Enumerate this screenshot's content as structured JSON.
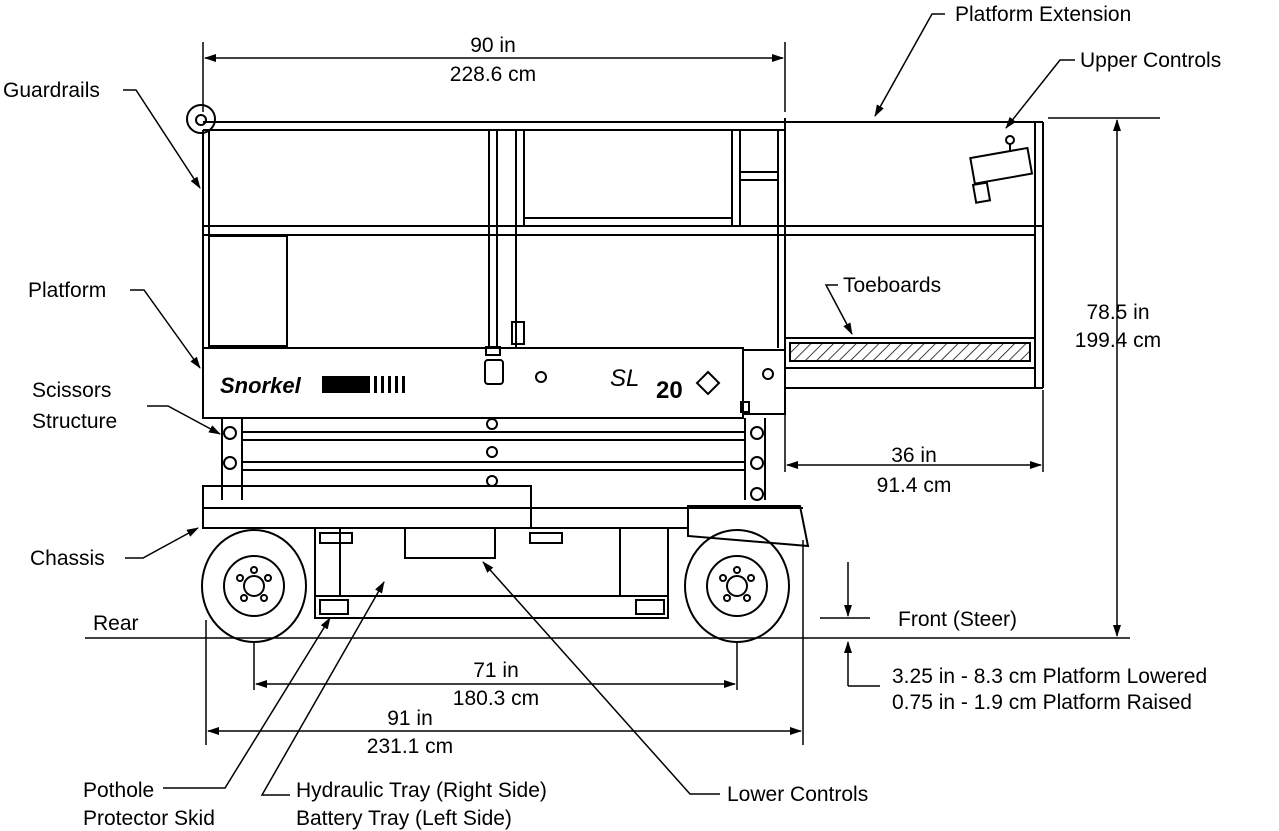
{
  "labels": {
    "platform_extension": "Platform Extension",
    "upper_controls": "Upper Controls",
    "guardrails": "Guardrails",
    "platform": "Platform",
    "toeboards": "Toeboards",
    "scissors_line1": "Scissors",
    "scissors_line2": "Structure",
    "chassis": "Chassis",
    "rear": "Rear",
    "front_steer": "Front (Steer)",
    "pothole_line1": "Pothole",
    "pothole_line2": "Protector Skid",
    "hydraulic_tray": "Hydraulic Tray (Right Side)",
    "battery_tray": "Battery Tray (Left Side)",
    "lower_controls": "Lower Controls"
  },
  "dimensions": {
    "platform_width_in": "90 in",
    "platform_width_cm": "228.6 cm",
    "height_in": "78.5 in",
    "height_cm": "199.4 cm",
    "extension_in": "36 in",
    "extension_cm": "91.4 cm",
    "wheelbase_in": "71 in",
    "wheelbase_cm": "180.3 cm",
    "overall_length_in": "91 in",
    "overall_length_cm": "231.1 cm",
    "clearance_lowered": "3.25 in - 8.3 cm Platform Lowered",
    "clearance_raised": "0.75 in - 1.9 cm Platform Raised"
  },
  "branding": {
    "logo": "Snorkel",
    "model_prefix": "SL",
    "model_number": "20"
  }
}
